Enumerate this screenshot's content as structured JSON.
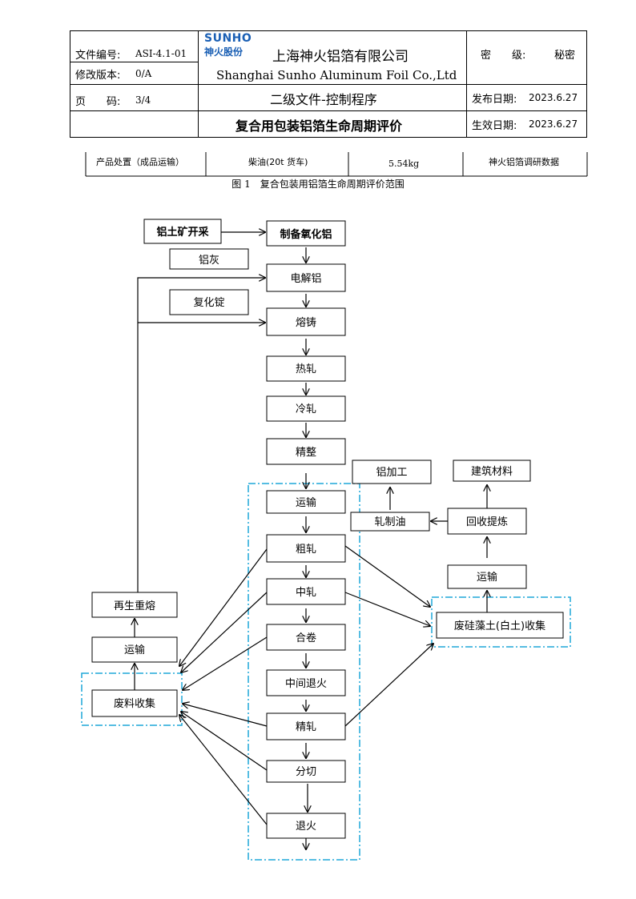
{
  "header": {
    "doc_no_label": "文件编号:",
    "doc_no_value": "ASI-4.1-01",
    "version_label": "修改版本:",
    "version_value": "0/A",
    "page_label": "页　　码:",
    "page_value": "3/4",
    "logo_en": "SUNHO",
    "logo_cn": "神火股份",
    "company_cn": "上海神火铝箔有限公司",
    "company_en": "Shanghai Sunho Aluminum Foil Co.,Ltd",
    "doc_level": "二级文件-控制程序",
    "doc_title": "复合用包装铝箔生命周期评价",
    "secret_label": "密　　级:",
    "secret_value": "秘密",
    "release_date_label": "发布日期:",
    "release_date_value": "2023.6.27",
    "effective_date_label": "生效日期:",
    "effective_date_value": "2023.6.27"
  },
  "table_row": {
    "stage": "产品处置（成品运输）",
    "item": "柴油(20t 货车)",
    "amount": "5.54kg",
    "source": "神火铝箔调研数据"
  },
  "figure_caption": "图 1　复合包装用铝箔生命周期评价范围",
  "flow": {
    "bauxite": "铝土矿开采",
    "alumina": "制备氧化铝",
    "ash": "铝灰",
    "electrolysis": "电解铝",
    "recycled_ingot": "复化锭",
    "casting": "熔铸",
    "hot_rolling": "热轧",
    "cold_rolling": "冷轧",
    "finishing": "精整",
    "transport1": "运输",
    "rough_rolling": "粗轧",
    "mid_rolling": "中轧",
    "doubling": "合卷",
    "intermediate_annealing": "中间退火",
    "finish_rolling": "精轧",
    "slitting": "分切",
    "annealing": "退火",
    "remelting": "再生重熔",
    "transport2": "运输",
    "scrap_collection": "废料收集",
    "al_processing": "铝加工",
    "rolling_oil": "轧制油",
    "building_material": "建筑材料",
    "recovery_refining": "回收提炼",
    "transport3": "运输",
    "diatomite_collection": "废硅藻土(白土)收集"
  },
  "colors": {
    "logo": "#1a5fb4",
    "dashed_frame": "#1fa7d9"
  }
}
